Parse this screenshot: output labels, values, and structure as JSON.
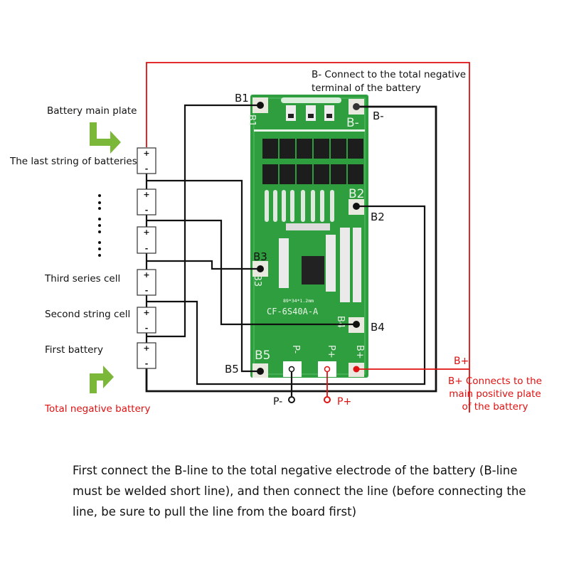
{
  "labels": {
    "battery_main_plate": "Battery main plate",
    "last_string": "The last string of batteries",
    "third_series": "Third series cell",
    "second_string": "Second string cell",
    "first_battery": "First battery",
    "total_negative": "Total negative battery",
    "b_minus_note": "B- Connect to the total negative terminal of the battery",
    "b_plus_note": "B+ Connects to the main positive plate of the battery",
    "b1": "B1",
    "b2": "B2",
    "b3": "B3",
    "b4": "B4",
    "b5": "B5",
    "b_minus": "B-",
    "b_plus": "B+",
    "p_minus": "P-",
    "p_plus": "P+",
    "cell_plus": "+",
    "cell_minus": "-"
  },
  "board": {
    "model": "CF-6S40A-A",
    "size": "89*34*1.2mm",
    "silk": [
      "B1",
      "B-",
      "B2",
      "B3",
      "B4",
      "B5",
      "P-",
      "P+",
      "B+"
    ]
  },
  "caption": "First connect the B-line to the total negative electrode of the battery (B-line must be welded short line), and then connect the line (before connecting the line, be sure to pull the line from the board first)",
  "colors": {
    "board": "#2f9e3e",
    "wire": "#111111",
    "positive_wire": "#e01010",
    "arrow": "#7bb83a"
  }
}
